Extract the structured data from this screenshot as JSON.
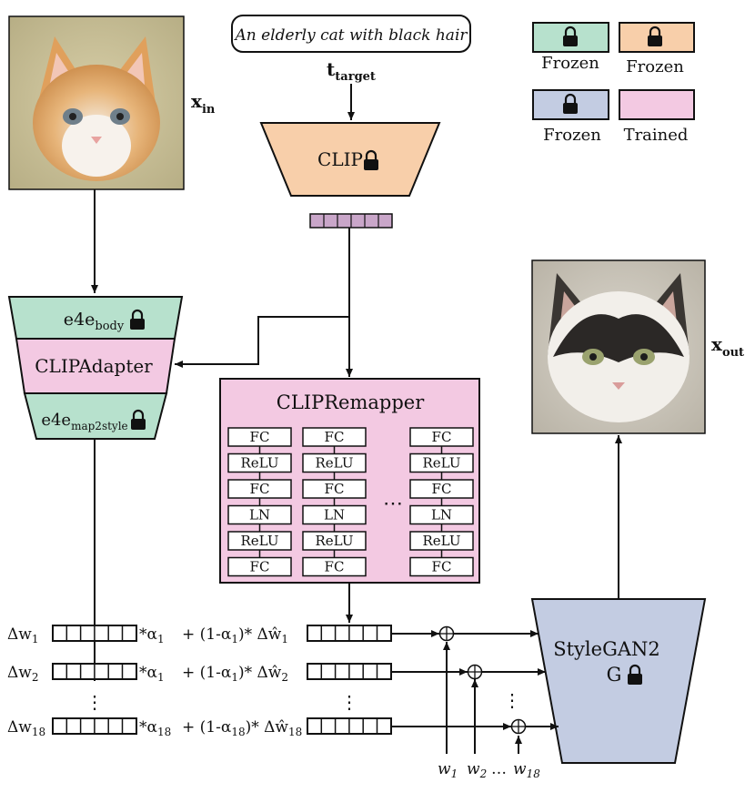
{
  "prompt": {
    "text": "An elderly cat with black hair"
  },
  "labels": {
    "x_in_base": "x",
    "x_in_sub": "in",
    "x_out_base": "x",
    "x_out_sub": "out",
    "t_target_base": "t",
    "t_target_sub": "target"
  },
  "legend": [
    {
      "label": "Frozen",
      "color": "#b7e1cd",
      "icon": "lock-icon"
    },
    {
      "label": "Frozen",
      "color": "#f8cfaa",
      "icon": "lock-icon"
    },
    {
      "label": "Frozen",
      "color": "#c3cce2",
      "icon": "lock-icon"
    },
    {
      "label": "Trained",
      "color": "#f3c9e2",
      "icon": ""
    }
  ],
  "clip": {
    "label": "CLIP",
    "color": "#f8cfaa",
    "icon": "lock-icon"
  },
  "encoder": {
    "body_base": "e4e",
    "body_sub": "body",
    "adapter": "CLIPAdapter",
    "map_base": "e4e",
    "map_sub": "map2style",
    "frozen_color": "#b7e1cd",
    "trained_color": "#f3c9e2"
  },
  "remapper": {
    "title": "CLIPRemapper",
    "layers": [
      "FC",
      "ReLU",
      "FC",
      "LN",
      "ReLU",
      "FC"
    ],
    "ellipsis": "⋯",
    "color": "#f3c9e2"
  },
  "generator": {
    "name": "StyleGAN2",
    "letter": "G",
    "color": "#c3cce2",
    "icon": "lock-icon"
  },
  "rows": [
    {
      "dw_sub": "1",
      "alpha_sub": "1",
      "mix_sub": "1",
      "mix_text": "+ (1-α",
      "mix_close": ")* Δŵ"
    },
    {
      "dw_sub": "2",
      "alpha_sub": "1",
      "mix_sub": "1",
      "mix_text": "+ (1-α",
      "mix_close": ")* Δŵ"
    },
    {
      "dw_sub": "18",
      "alpha_sub": "18",
      "mix_sub": "18",
      "mix_text": "+ (1-α",
      "mix_close": ")* Δŵ"
    }
  ],
  "row_labels": {
    "delta_w": "Δw",
    "alpha": "*α"
  },
  "row_second_subs": [
    "1",
    "2",
    "18"
  ],
  "w_inputs": [
    {
      "base": "w",
      "sub": "1"
    },
    {
      "base": "w",
      "sub": "2"
    },
    {
      "base": "w",
      "sub": "18"
    }
  ],
  "w_ellipsis": "…",
  "vertical_dots": "⋮"
}
